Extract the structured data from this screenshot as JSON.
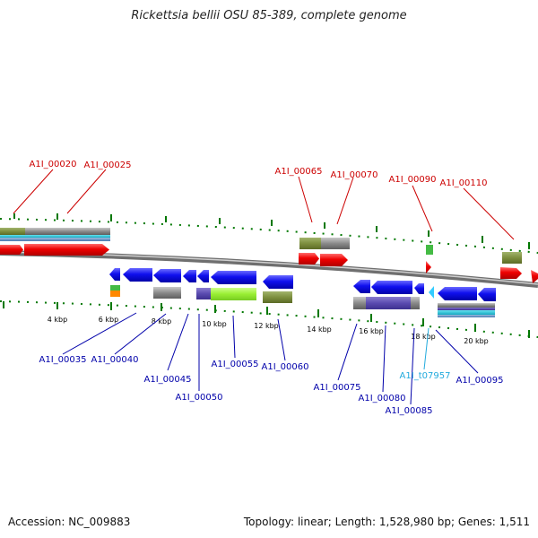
{
  "title": "Rickettsia bellii OSU 85-389, complete genome",
  "footer": {
    "accession": "Accession: NC_009883",
    "topology": "Topology: linear; Length: 1,528,980 bp; Genes: 1,511"
  },
  "scale_labels": [
    "4 kbp",
    "6 kbp",
    "8 kbp",
    "10 kbp",
    "12 kbp",
    "14 kbp",
    "16 kbp",
    "18 kbp",
    "20 kbp"
  ],
  "colors": {
    "forward_label": "#cc0000",
    "reverse_label": "#0000aa",
    "trna_label": "#22aadd",
    "backbone": "#888888",
    "tick": "#007700",
    "cds_forward": "#ee0000",
    "cds_reverse": "#1010ee"
  },
  "top_labels": [
    "A1I_00020",
    "A1I_00025",
    "A1I_00065",
    "A1I_00070",
    "A1I_00090",
    "A1I_00110"
  ],
  "bottom_labels": [
    "A1I_00035",
    "A1I_00040",
    "A1I_00045",
    "A1I_00050",
    "A1I_00055",
    "A1I_00060",
    "A1I_00075",
    "A1I_00080",
    "A1I_00085",
    "A1I_t07957",
    "A1I_00095"
  ]
}
